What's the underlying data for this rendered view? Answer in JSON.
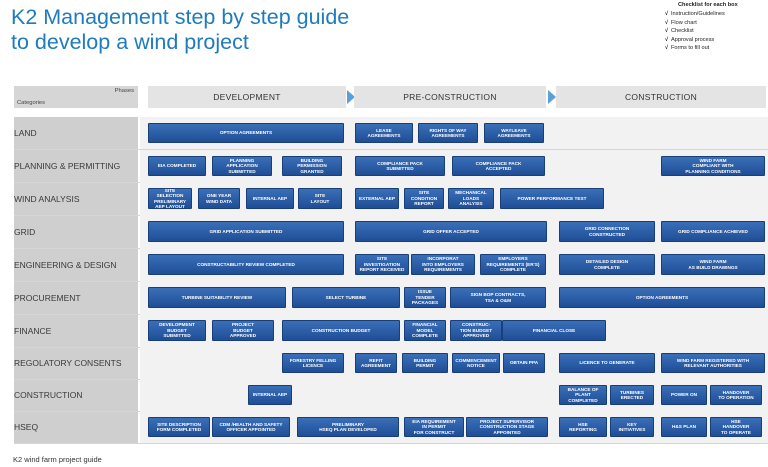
{
  "title": {
    "line1": "K2 Management step by step guide",
    "line2": "to develop a wind project"
  },
  "checklist": {
    "heading": "Checklist for each box",
    "items": [
      "Instruction/Guidelines",
      "Flow chart",
      "Checklist",
      "Approval process",
      "Forms to fill out"
    ]
  },
  "header": {
    "phases_label": "Phases",
    "categories_label": "Categories"
  },
  "phases": [
    "DEVELOPMENT",
    "PRE-CONSTRUCTION",
    "CONSTRUCTION"
  ],
  "rows": [
    {
      "label": "LAND",
      "boxes": [
        "OPTION AGREEMENTS",
        "LEASE\nAGREEMENTS",
        "RIGHTS OF WAY\nAGREEMENTS",
        "WAYLEAVE\nAGREEMENTS"
      ]
    },
    {
      "label": "PLANNING & PERMITTING",
      "boxes": [
        "EIA COMPLETED",
        "PLANNING\nAPPLICATION\nSUBMITTED",
        "BUILDING\nPERMISSION\nGRANTED",
        "COMPLIANCE PACK\nSUBMITTED",
        "COMPLIANCE PACK\nACCEPTED",
        "WIND FARM\nCOMPLIANT WITH\nPLANNING CONDITIONS"
      ]
    },
    {
      "label": "WIND ANALYSIS",
      "boxes": [
        "SITE SELECTION\nPRELIMINARY\nAEP LAYOUT",
        "ONE YEAR\nWIND DATA",
        "INTERNAL AEP",
        "SITE\nLAYOUT",
        "EXTERNAL AEP",
        "SITE\nCONDITION\nREPORT",
        "MECHANICAL\nLOADS\nANALYSIS",
        "POWER PERFORMANCE TEST"
      ]
    },
    {
      "label": "GRID",
      "boxes": [
        "GRID APPLICATION SUBMITTED",
        "GRID OFFER ACCEPTED",
        "GRID CONNECTION\nCONSTRUCTED",
        "GRID COMPLIANCE ACHIEVED"
      ]
    },
    {
      "label": "ENGINEERING & DESIGN",
      "boxes": [
        "CONSTRUCTABILITY REVIEW COMPLETED",
        "SITE\nINVESTIGATION\nREPORT RECEIVED",
        "INCORPORAT\nINTO EMPLOYERS\nREQUIREMENTS",
        "EMPLOYERS\nREQUIREMENTS (ER'S)\nCOMPLETE",
        "DETAILED DESIGN\nCOMPLETE",
        "WIND FARM\nAS BUILD DRAWINGS"
      ]
    },
    {
      "label": "PROCUREMENT",
      "boxes": [
        "TURBINE SUITABILITY REVIEW",
        "SELECT TURBINE",
        "ISSUE\nTENDER\nPACKAGES",
        "SIGN BOP CONTRACTS,\nTSA & O&M",
        "OPTION AGREEMENTS"
      ]
    },
    {
      "label": "FINANCE",
      "boxes": [
        "DEVELOPMENT\nBUDGET\nSUBMITTED",
        "PROJECT\nBUDGET\nAPPROVED",
        "CONSTRUCTION BUDGET",
        "FINANCIAL\nMODEL\nCOMPLETE",
        "CONSTRUC-\nTION BUDGET\nAPPROVED",
        "FINANCIAL CLOSE"
      ]
    },
    {
      "label": "REGOLATORY CONSENTS",
      "boxes": [
        "FORESTRY FELLING\nLICENCE",
        "REFIT\nAGREEMENT",
        "BUILDING\nPERMIT",
        "COMMENCEMENT\nNOTICE",
        "OBTAIN PPA",
        "LICENCE TO GENERATE",
        "WIND FARM REGISTERED WITH\nRELEVANT AUTHORITIES"
      ]
    },
    {
      "label": "CONSTRUCTION",
      "boxes": [
        "INTERNAL AEP",
        "BALANCE OF\nPLANT\nCOMPLETED",
        "TURBINES\nERECTED",
        "POWER ON",
        "HANDOVER\nTO OPERATION"
      ]
    },
    {
      "label": "HSEQ",
      "boxes": [
        "SITE DESCRIPTION\nFORM COMPLETED",
        "CDM /HEALTH AND SAFETY\nOFFICER APPOINTED",
        "PRELIMINARY\nHSEQ PLAN DEVELOPED",
        "EIA REQUIREMENT\nIN PERMIT\nFOR CONSTRUCT",
        "PROJECT SUPERVISOR\nCONSTRUCTION STAGE\nAPPOINTED",
        "HSE\nREPORTING",
        "KEY\nINITIATIVES",
        "H&S PLAN",
        "HSE\nHANDOVER\nTO OPERATE"
      ]
    }
  ],
  "caption": "K2 wind farm project guide"
}
